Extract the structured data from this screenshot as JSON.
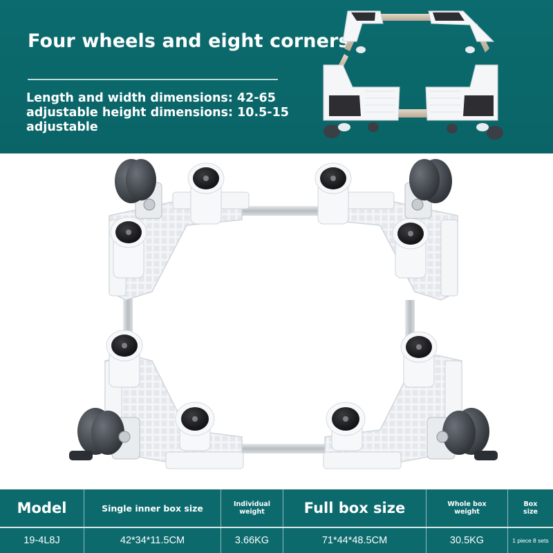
{
  "banner": {
    "headline": "Four wheels and eight corners",
    "spec_lines": [
      "Length and width dimensions: 42-65",
      "adjustable height dimensions: 10.5-15",
      "adjustable"
    ]
  },
  "table": {
    "headers": [
      "Model",
      "Single inner box size",
      "Individual\nweight",
      "Full box size",
      "Whole box\nweight",
      "Box\nsize"
    ],
    "values": [
      "19-4L8J",
      "42*34*11.5CM",
      "3.66KG",
      "71*44*48.5CM",
      "30.5KG",
      "1 piece 8 sets"
    ]
  },
  "colors": {
    "brand_teal": "#0c6a6d",
    "text_white": "#ffffff",
    "frame_white": "#f2f4f6",
    "tube_steel": "#c9cdd0",
    "wheel_dark": "#3d434a"
  },
  "icons": [
    "caster-wheel-icon",
    "rubber-foot-pad-icon",
    "corner-bracket-icon"
  ]
}
